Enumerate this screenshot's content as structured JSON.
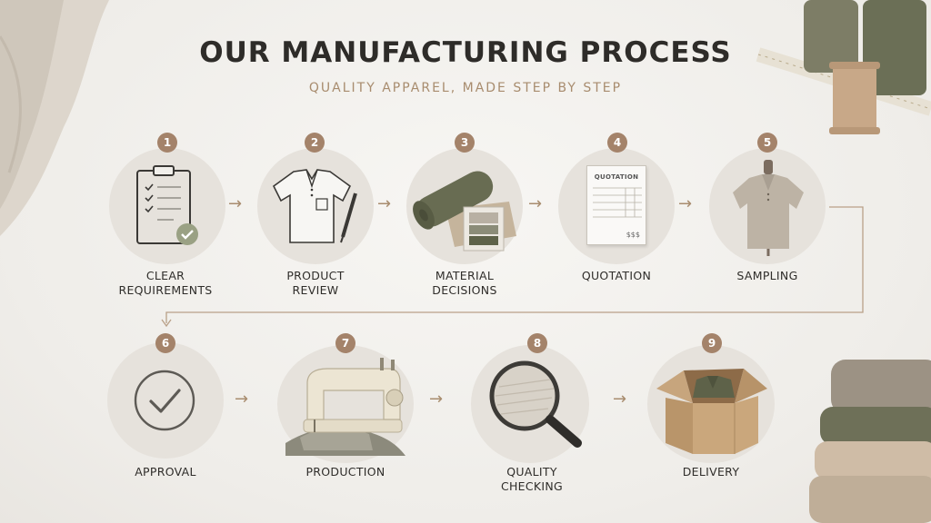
{
  "header": {
    "title": "OUR MANUFACTURING PROCESS",
    "subtitle": "QUALITY APPAREL, MADE STEP BY STEP"
  },
  "steps": [
    {
      "number": "1",
      "label_line1": "CLEAR",
      "label_line2": "REQUIREMENTS",
      "icon": "clipboard-checklist-icon"
    },
    {
      "number": "2",
      "label_line1": "PRODUCT",
      "label_line2": "REVIEW",
      "icon": "polo-shirt-sketch-icon"
    },
    {
      "number": "3",
      "label_line1": "MATERIAL",
      "label_line2": "DECISIONS",
      "icon": "fabric-roll-icon"
    },
    {
      "number": "4",
      "label_line1": "QUOTATION",
      "label_line2": "",
      "icon": "quotation-document-icon"
    },
    {
      "number": "5",
      "label_line1": "SAMPLING",
      "label_line2": "",
      "icon": "mannequin-shirt-icon"
    },
    {
      "number": "6",
      "label_line1": "APPROVAL",
      "label_line2": "",
      "icon": "checkmark-icon"
    },
    {
      "number": "7",
      "label_line1": "PRODUCTION",
      "label_line2": "",
      "icon": "sewing-machine-icon"
    },
    {
      "number": "8",
      "label_line1": "QUALITY",
      "label_line2": "CHECKING",
      "icon": "magnifying-glass-icon"
    },
    {
      "number": "9",
      "label_line1": "DELIVERY",
      "label_line2": "",
      "icon": "open-box-icon"
    }
  ],
  "quotation_doc": {
    "heading": "QUOTATION",
    "currency": "$$$"
  },
  "colors": {
    "accent": "#a4836a",
    "circle": "#e6e2dc",
    "olive": "#6b6f56",
    "sand": "#c9b49b",
    "text": "#2f2d2a"
  }
}
